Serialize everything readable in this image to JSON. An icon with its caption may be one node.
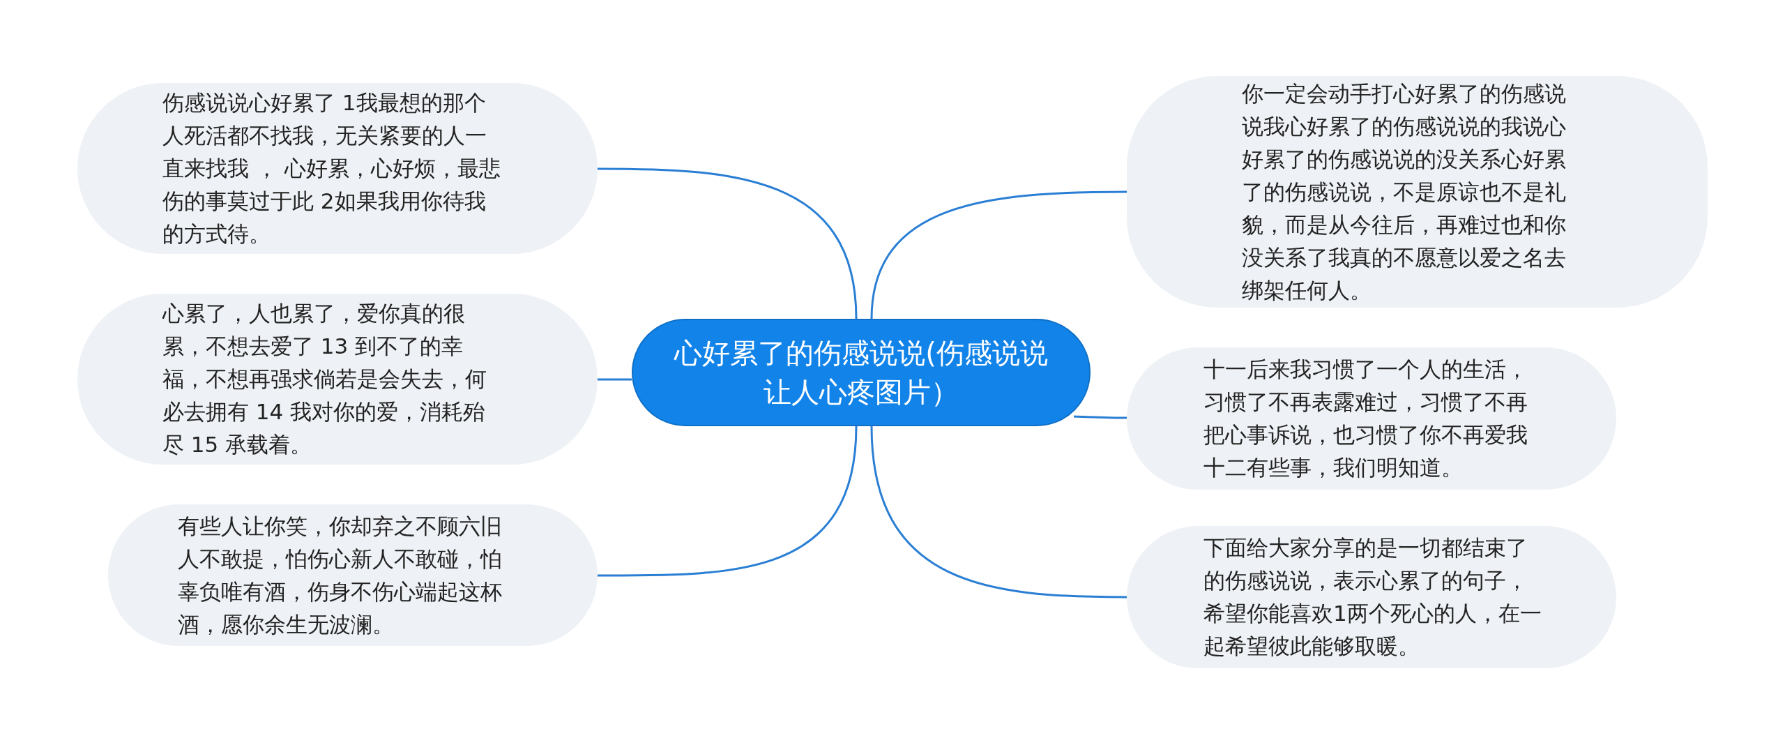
{
  "diagram": {
    "nodes": [
      {
        "text": [
          "心好累了的伤感说说(伤感说说让人心疼图片）"
        ]
      },
      {
        "text": [
          "伤感说说心好累了 1我最想的那个人死活都不找我，无关紧要的人一直来找我 ， 心好累，心好烦，最悲伤的事莫过于此 2如果我用你待我的方式待。"
        ]
      },
      {
        "text": [
          "心累了，人也累了，爱你真的很累，不想去爱了 13 到不了的幸福，不想再强求倘若是会失去，何必去拥有 14 我对你的爱，消耗殆尽 15 承载着。"
        ]
      },
      {
        "text": [
          "有些人让你笑，你却弃之不顾六旧人不敢提，怕伤心新人不敢碰，怕辜负唯有酒，伤身不伤心端起这杯酒，愿你余生无波澜。"
        ]
      },
      {
        "text": [
          "你一定会动手打心好累了的伤感说说我心好累了的伤感说说的我说心好累了的伤感说说的没关系心好累了的伤感说说，不是原谅也不是礼貌，而是从今往后，再难过也和你没关系了我真的不愿意以爱之名去绑架任何人。"
        ]
      },
      {
        "text": [
          "十一后来我习惯了一个人的生活，习惯了不再表露难过，习惯了不再把心事诉说，也习惯了你不再爱我十二有些事，我们明知道。"
        ]
      },
      {
        "text": [
          "下面给大家分享的是一切都结束了的伤感说说，表示心累了的句子，希望你能喜欢1两个死心的人，在一起希望彼此能够取暖。"
        ]
      }
    ],
    "edges": [
      {
        "from": 0,
        "to": 1,
        "arrow": "none"
      },
      {
        "from": 0,
        "to": 2,
        "arrow": "none"
      },
      {
        "from": 0,
        "to": 3,
        "arrow": "none"
      },
      {
        "from": 0,
        "to": 4,
        "arrow": "none"
      },
      {
        "from": 0,
        "to": 5,
        "arrow": "none"
      },
      {
        "from": 0,
        "to": 6,
        "arrow": "none"
      }
    ]
  }
}
